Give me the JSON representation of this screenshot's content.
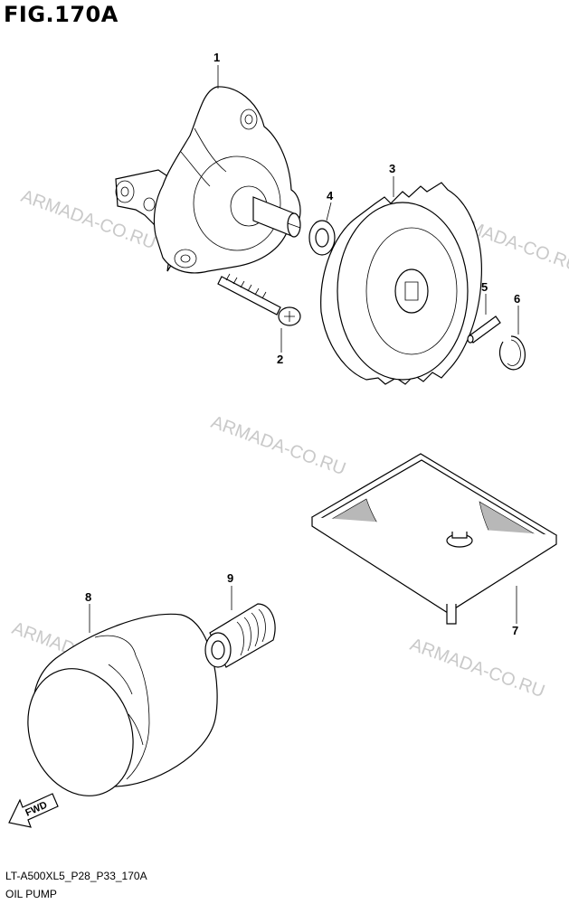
{
  "figure": {
    "title": "FIG.170A"
  },
  "footer": {
    "code": "LT-A500XL5_P28_P33_170A",
    "name": "OIL PUMP"
  },
  "watermark": {
    "text": "ARMADA-CO.RU",
    "color": "#c9c9c9"
  },
  "fwd_label": "FWD",
  "callouts": [
    "1",
    "2",
    "3",
    "4",
    "5",
    "6",
    "7",
    "8",
    "9"
  ]
}
